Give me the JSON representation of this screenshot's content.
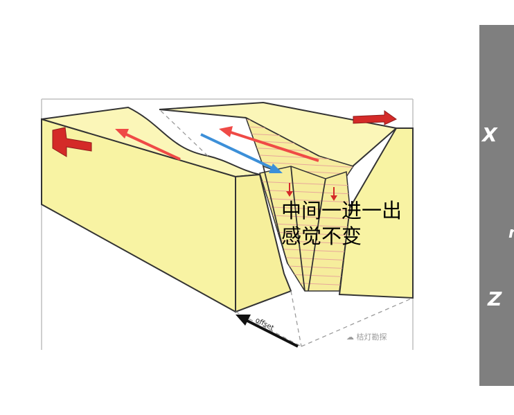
{
  "annotation": {
    "line1": "中间一进一出",
    "line2": "感觉不变"
  },
  "diagram": {
    "offset_label": "offset",
    "watermark": "桔灯勘探"
  },
  "side_panel": {
    "symbol_x": "X",
    "symbol_mid": "n",
    "symbol_z": "Z"
  },
  "colors": {
    "block_fill": "#f8f3a3",
    "block_top": "#fbf6b8",
    "strata_line": "#e7a79a",
    "arrow_red": "#ef4a46",
    "arrow_blue": "#3c8fd8",
    "panel_gray": "#7f7f7f"
  }
}
